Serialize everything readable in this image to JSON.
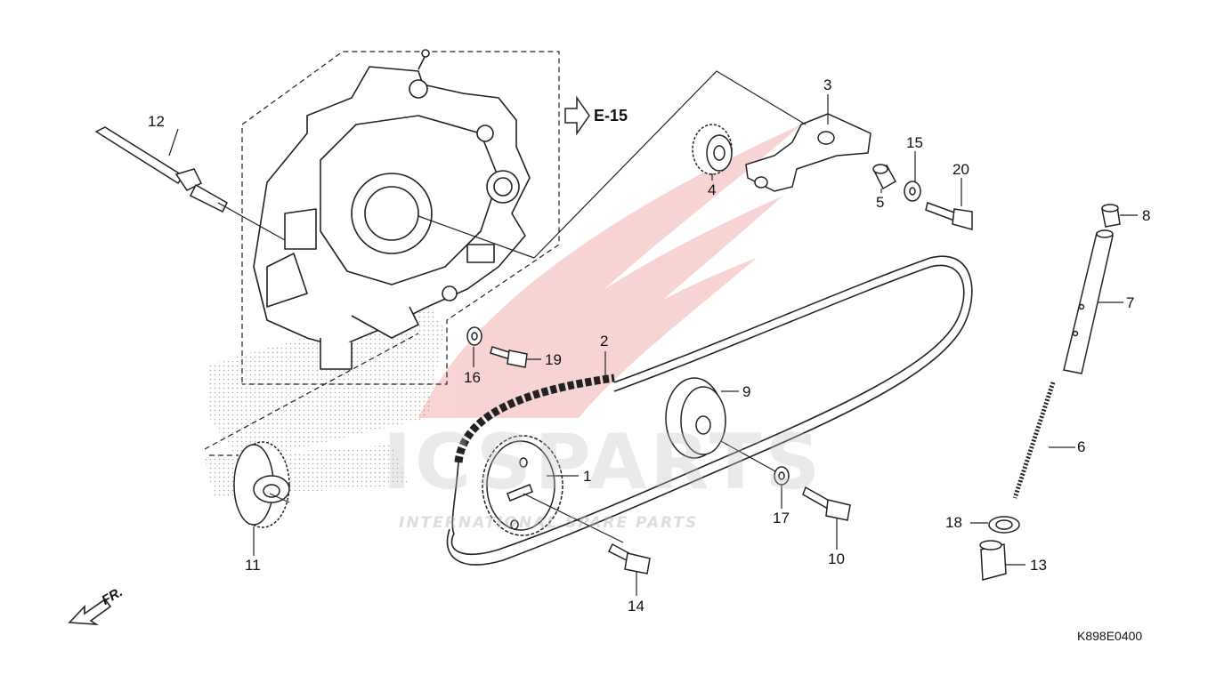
{
  "reference": {
    "label": "E-15"
  },
  "diagram_code": "K898E0400",
  "direction_label": "FR.",
  "watermark": {
    "brand": "ICSPARTS",
    "tagline": "INTERNATIONAL SPARE PARTS",
    "brand_color": "#e23b3b"
  },
  "callouts": [
    {
      "id": "c1",
      "label": "1"
    },
    {
      "id": "c2",
      "label": "2"
    },
    {
      "id": "c3",
      "label": "3"
    },
    {
      "id": "c4",
      "label": "4"
    },
    {
      "id": "c5",
      "label": "5"
    },
    {
      "id": "c6",
      "label": "6"
    },
    {
      "id": "c7",
      "label": "7"
    },
    {
      "id": "c8",
      "label": "8"
    },
    {
      "id": "c9",
      "label": "9"
    },
    {
      "id": "c10",
      "label": "10"
    },
    {
      "id": "c11",
      "label": "11"
    },
    {
      "id": "c12",
      "label": "12"
    },
    {
      "id": "c13",
      "label": "13"
    },
    {
      "id": "c14",
      "label": "14"
    },
    {
      "id": "c15",
      "label": "15"
    },
    {
      "id": "c16",
      "label": "16"
    },
    {
      "id": "c17",
      "label": "17"
    },
    {
      "id": "c18",
      "label": "18"
    },
    {
      "id": "c19",
      "label": "19"
    },
    {
      "id": "c20",
      "label": "20"
    }
  ]
}
